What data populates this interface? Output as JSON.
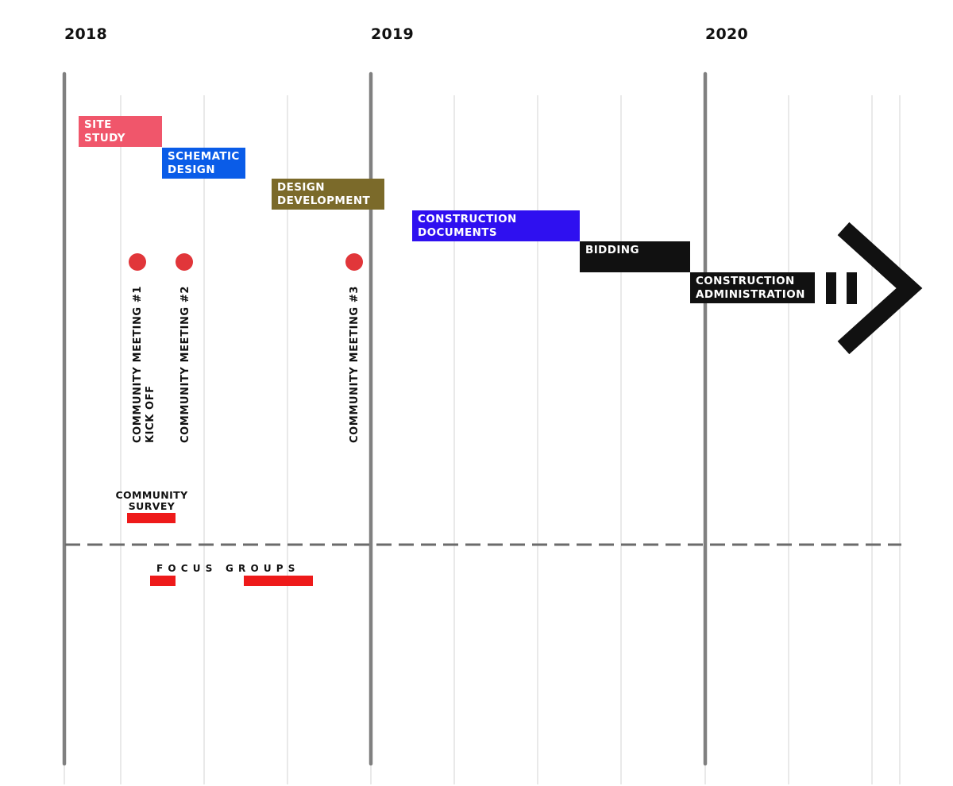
{
  "years": [
    "2018",
    "2019",
    "2020"
  ],
  "phases": [
    {
      "label": "SITE\nSTUDY",
      "color": "#f0566b"
    },
    {
      "label": "SCHEMATIC\nDESIGN",
      "color": "#0a5ce8"
    },
    {
      "label": "DESIGN\nDEVELOPMENT",
      "color": "#7b6a2a"
    },
    {
      "label": "CONSTRUCTION\nDOCUMENTS",
      "color": "#2f10f0"
    },
    {
      "label": "BIDDING",
      "color": "#111111"
    },
    {
      "label": "CONSTRUCTION\nADMINISTRATION",
      "color": "#111111"
    }
  ],
  "meetings": [
    {
      "label": "COMMUNITY MEETING #1\nKICK OFF"
    },
    {
      "label": "COMMUNITY MEETING #2"
    },
    {
      "label": "COMMUNITY MEETING #3"
    }
  ],
  "survey": {
    "label": "COMMUNITY\nSURVEY"
  },
  "focus_groups": {
    "label": "FOCUS GROUPS"
  },
  "colors": {
    "meeting_dot": "#e1363a",
    "activity_bar": "#ee1a1a",
    "year_line": "#808080",
    "grid_line": "#d3d3d3",
    "divider": "#6b6b6b",
    "arrow": "#111111"
  }
}
